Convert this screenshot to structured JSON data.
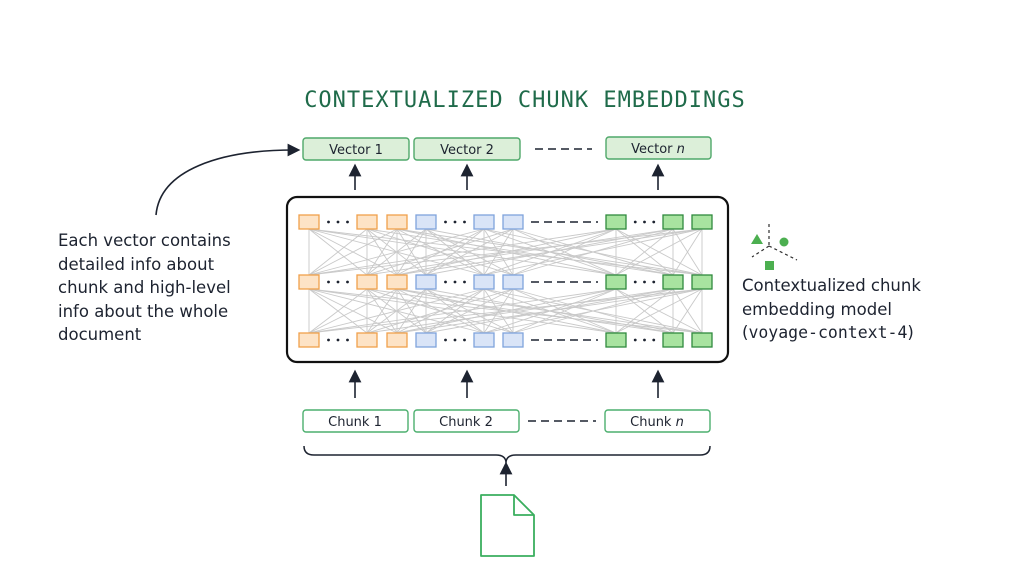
{
  "title": "CONTEXTUALIZED CHUNK EMBEDDINGS",
  "vectors": [
    {
      "label": "Vector 1",
      "italic_suffix": ""
    },
    {
      "label": "Vector 2",
      "italic_suffix": ""
    },
    {
      "label": "Vector ",
      "italic_suffix": "n"
    }
  ],
  "chunks": [
    {
      "label": "Chunk 1",
      "italic_suffix": ""
    },
    {
      "label": "Chunk 2",
      "italic_suffix": ""
    },
    {
      "label": "Chunk ",
      "italic_suffix": "n"
    }
  ],
  "left_note": {
    "lines": [
      "Each vector contains",
      "detailed info about",
      "chunk and high-level",
      "info about the whole",
      "document"
    ]
  },
  "right_note": {
    "lines": [
      "Contextualized chunk",
      "embedding model"
    ],
    "model_open": "(",
    "model_name": "voyage-context-4",
    "model_close": ")"
  },
  "colors": {
    "title": "#1f6b4a",
    "vector_fill": "#dcefd9",
    "vector_stroke": "#4fa86a",
    "chunk_stroke": "#4caf6e",
    "orange_fill": "#fde3c6",
    "orange_stroke": "#f0a04b",
    "blue_fill": "#d9e4f7",
    "blue_stroke": "#7fa3dc",
    "green_fill": "#a8e3a0",
    "green_stroke": "#2f8a3e",
    "model_box_stroke": "#111111",
    "mesh": "#c9c9c9",
    "arrow": "#1d2330",
    "document_stroke": "#3aae5e"
  },
  "icons": [
    "curved-arrow-icon",
    "model-glyph-icon",
    "document-icon"
  ]
}
